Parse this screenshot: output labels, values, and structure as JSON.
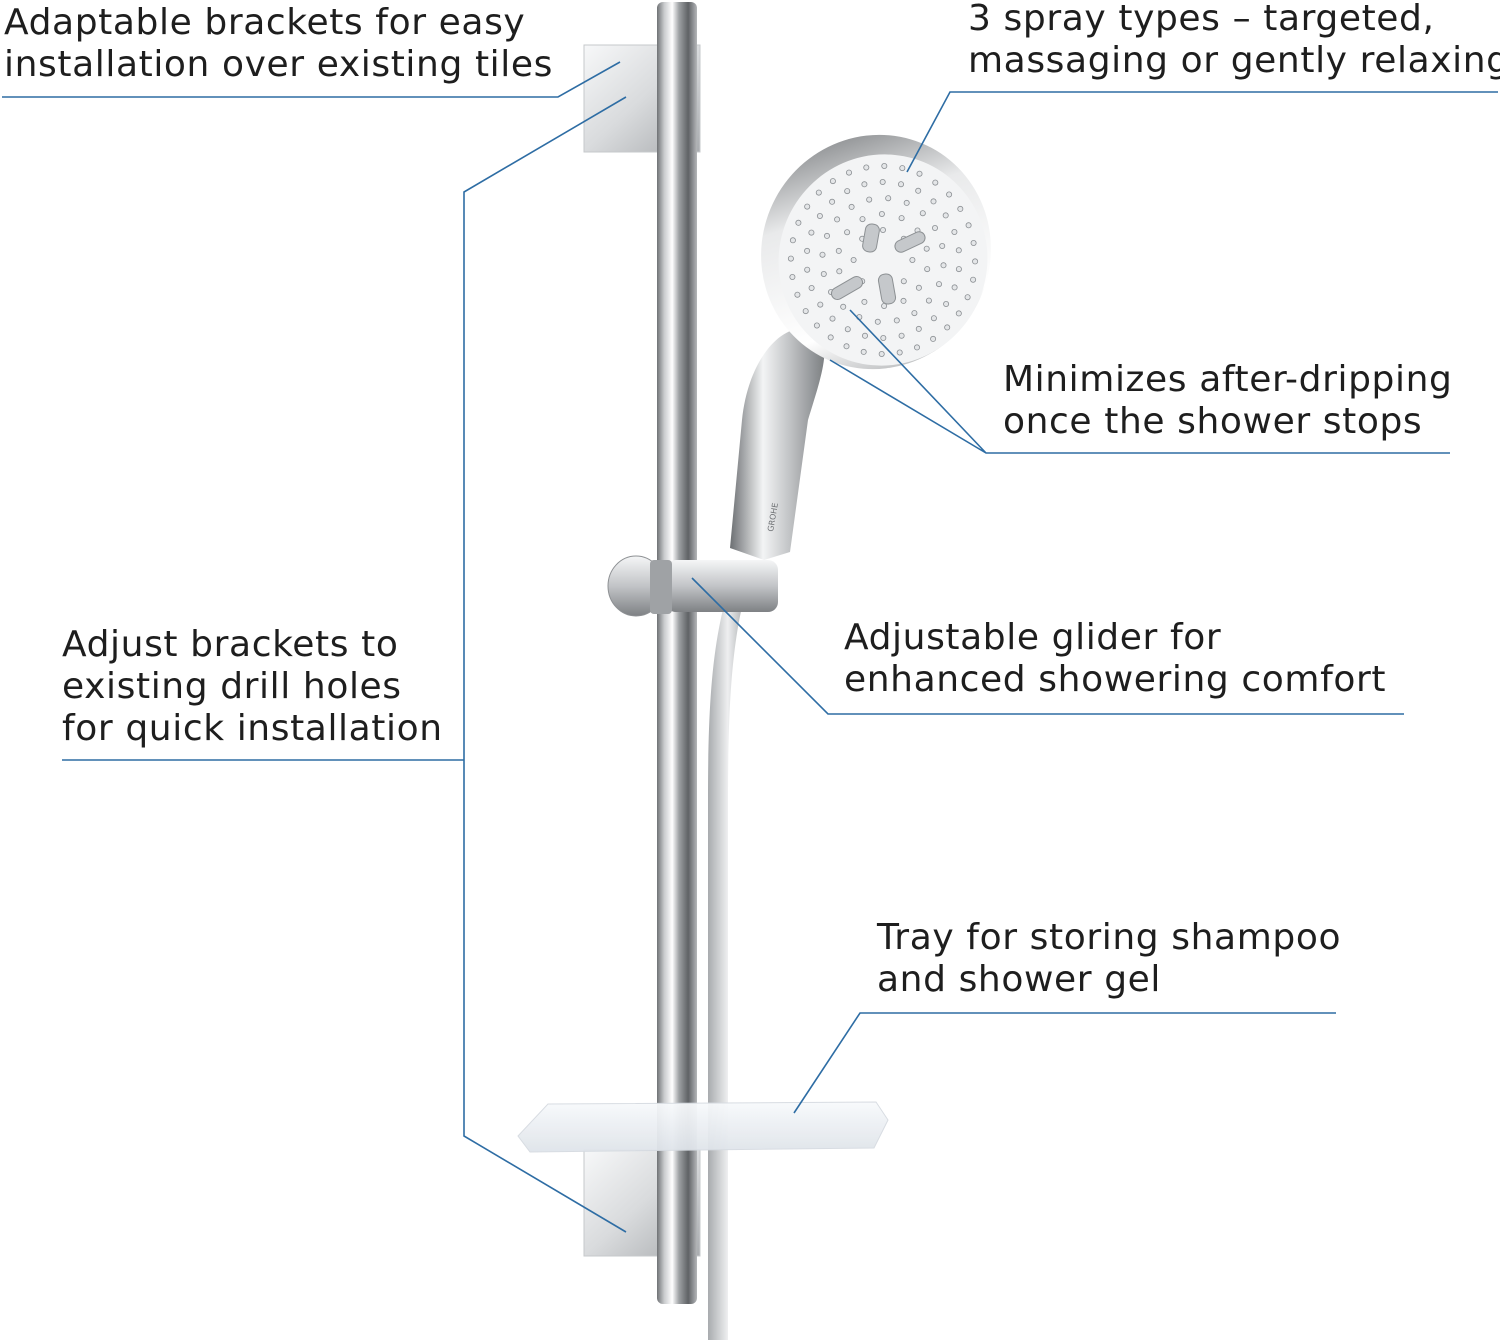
{
  "callouts": {
    "brackets": [
      "Adaptable brackets for easy",
      "installation over existing tiles"
    ],
    "spray": [
      "3 spray types – targeted,",
      "massaging or gently relaxing"
    ],
    "dripping": [
      "Minimizes after-dripping",
      "once the shower stops"
    ],
    "glider": [
      "Adjustable glider for",
      "enhanced showering comfort"
    ],
    "drill": [
      "Adjust brackets to",
      "existing drill holes",
      "for quick installation"
    ],
    "tray": [
      "Tray for storing shampoo",
      "and shower gel"
    ]
  },
  "brand_mark": "GROHE",
  "colors": {
    "leader_line": "#2e6da4",
    "text": "#1e1e1e",
    "chrome_dark": "#7a7d80",
    "chrome_light": "#f4f5f6"
  }
}
